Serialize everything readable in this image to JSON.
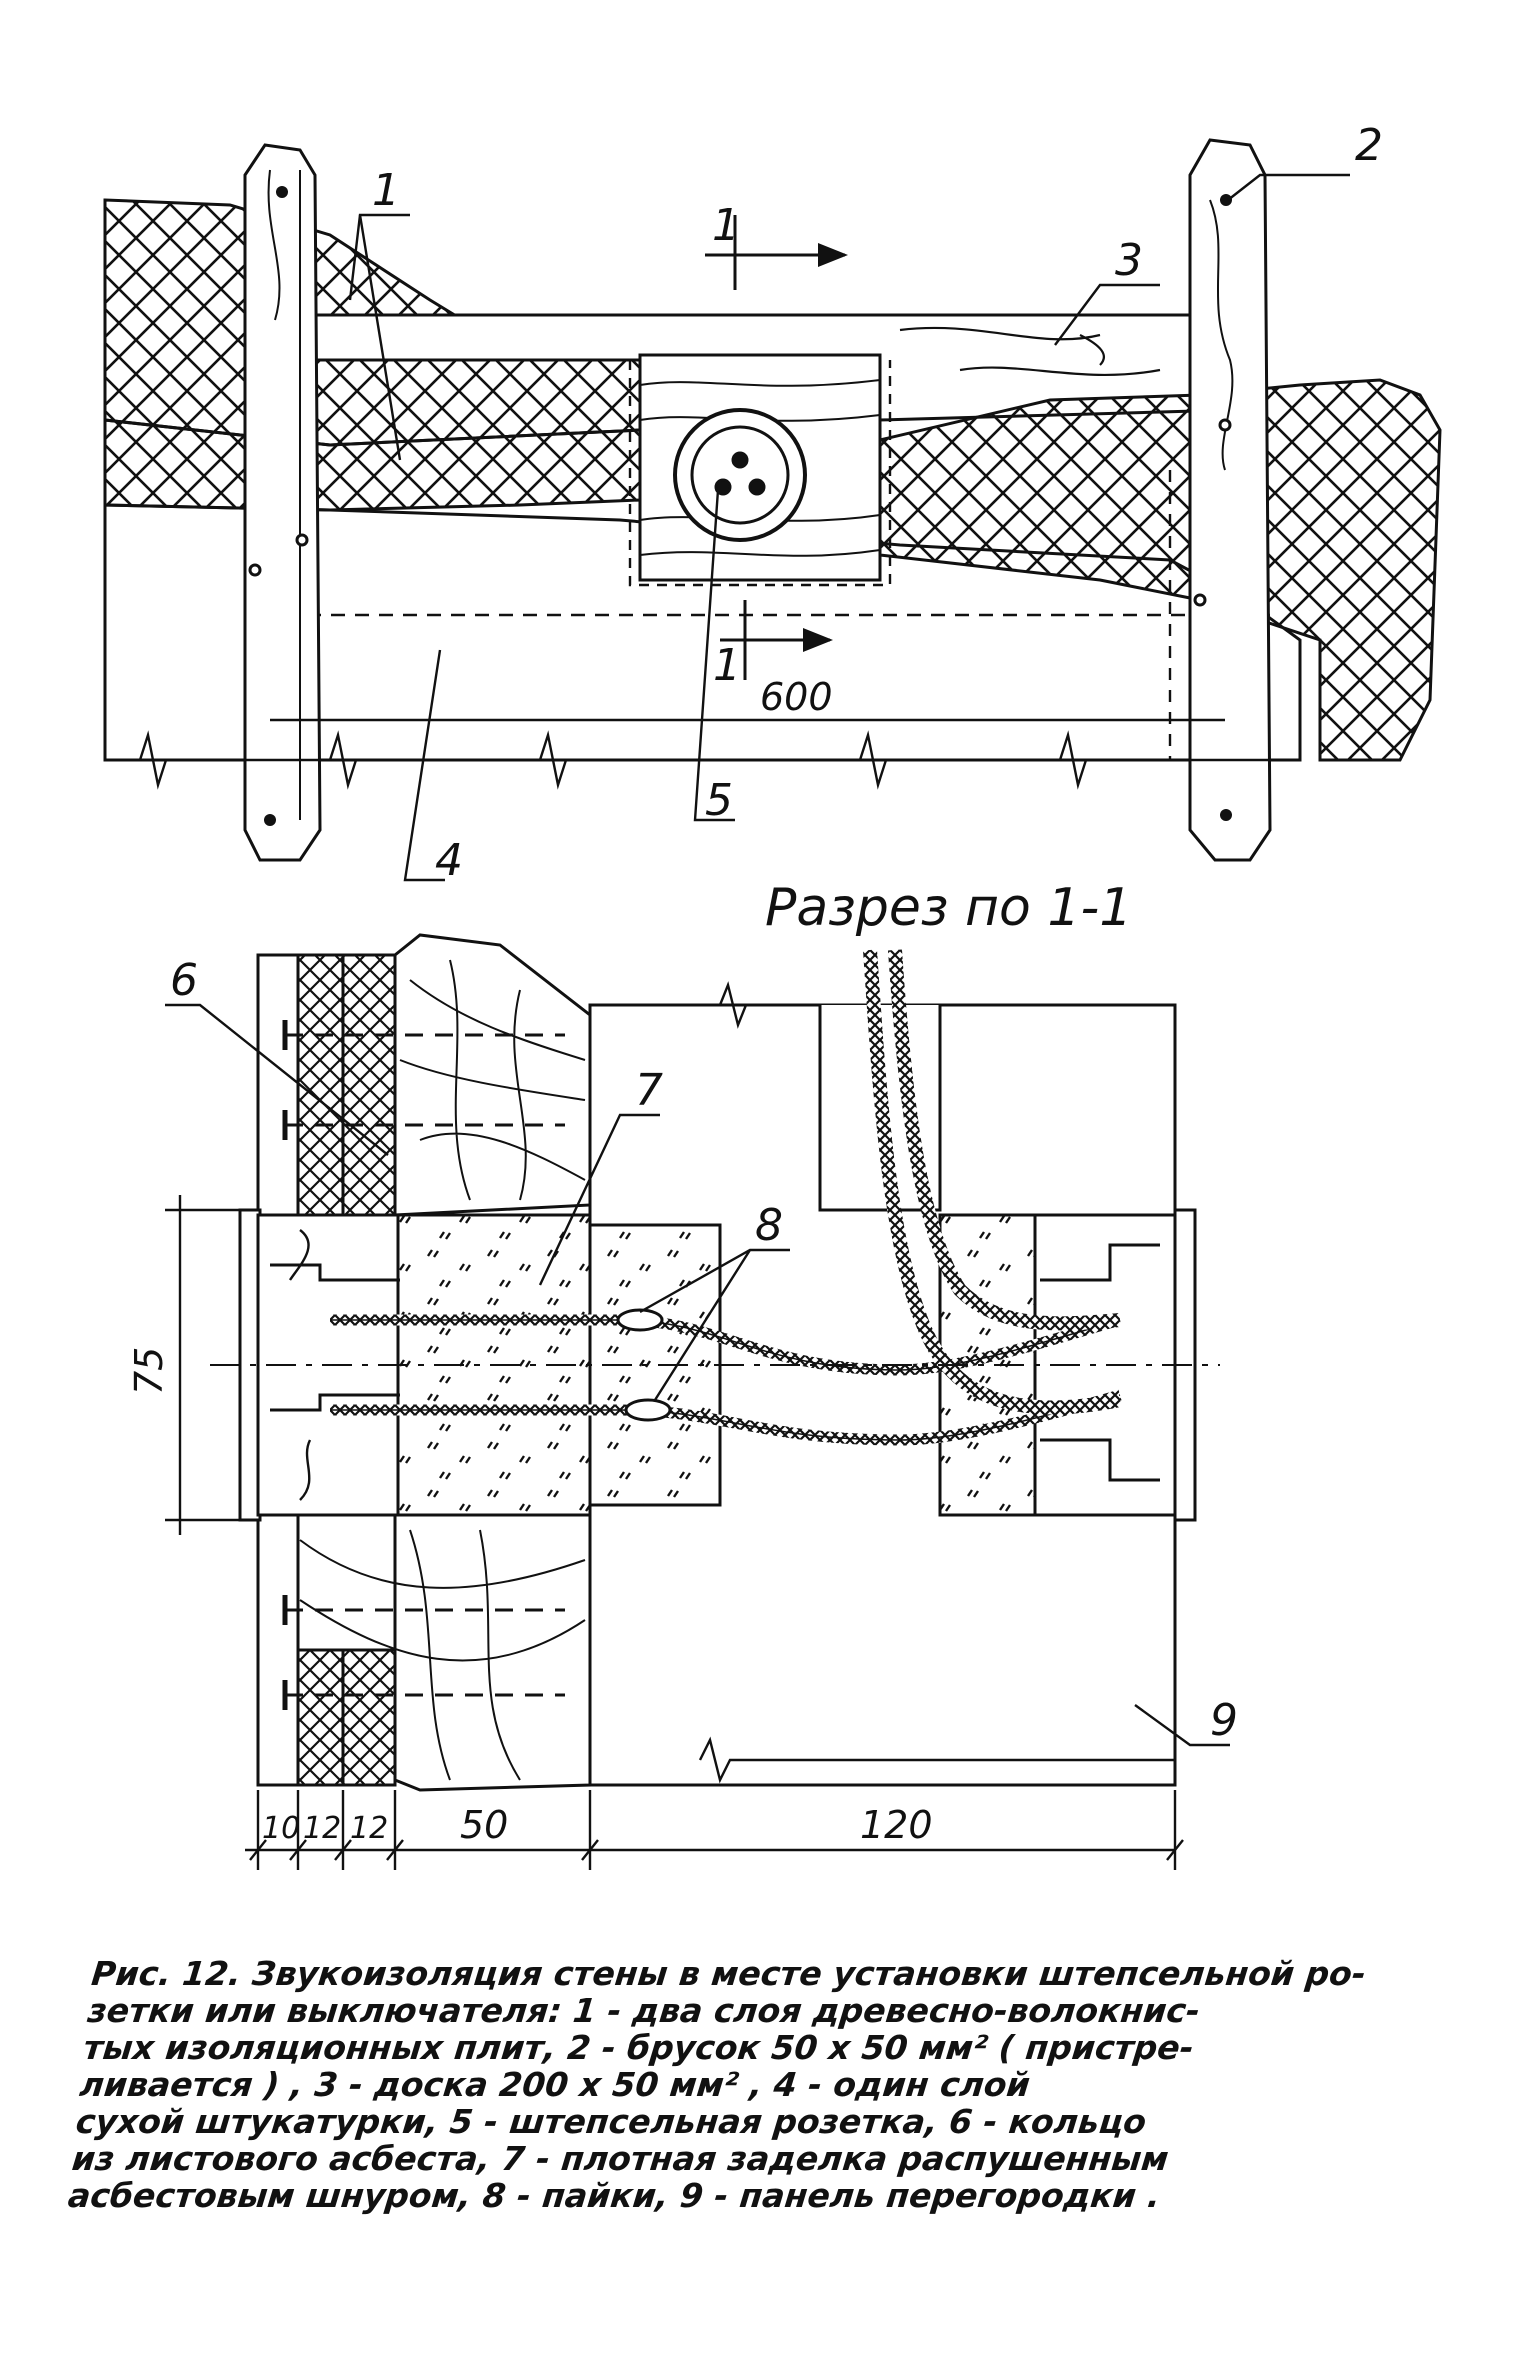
{
  "figure": {
    "callouts": [
      "1",
      "2",
      "3",
      "4",
      "5",
      "6",
      "7",
      "8",
      "9"
    ],
    "section_mark": "1",
    "dimensions": {
      "top_width": "600",
      "section_height": "75",
      "bottom": [
        "10",
        "12",
        "12",
        "50",
        "120"
      ]
    },
    "section_title": "Разрез по 1-1"
  },
  "caption": {
    "lines": [
      "Рис. 12. Звукоизоляция стены в месте установки штепсельной ро-",
      "зетки или выключателя: 1 - два слоя древесно-волокнис-",
      "тых изоляционных плит, 2 - брусок 50 x 50 мм² ( пристре-",
      "ливается ) , 3 - доска 200 x 50 мм² , 4 - один слой",
      "сухой штукатурки, 5 - штепсельная розетка, 6 - кольцо",
      "из листового асбеста, 7 - плотная заделка распушенным",
      "асбестовым шнуром, 8 - пайки, 9 - панель перегородки ."
    ]
  }
}
